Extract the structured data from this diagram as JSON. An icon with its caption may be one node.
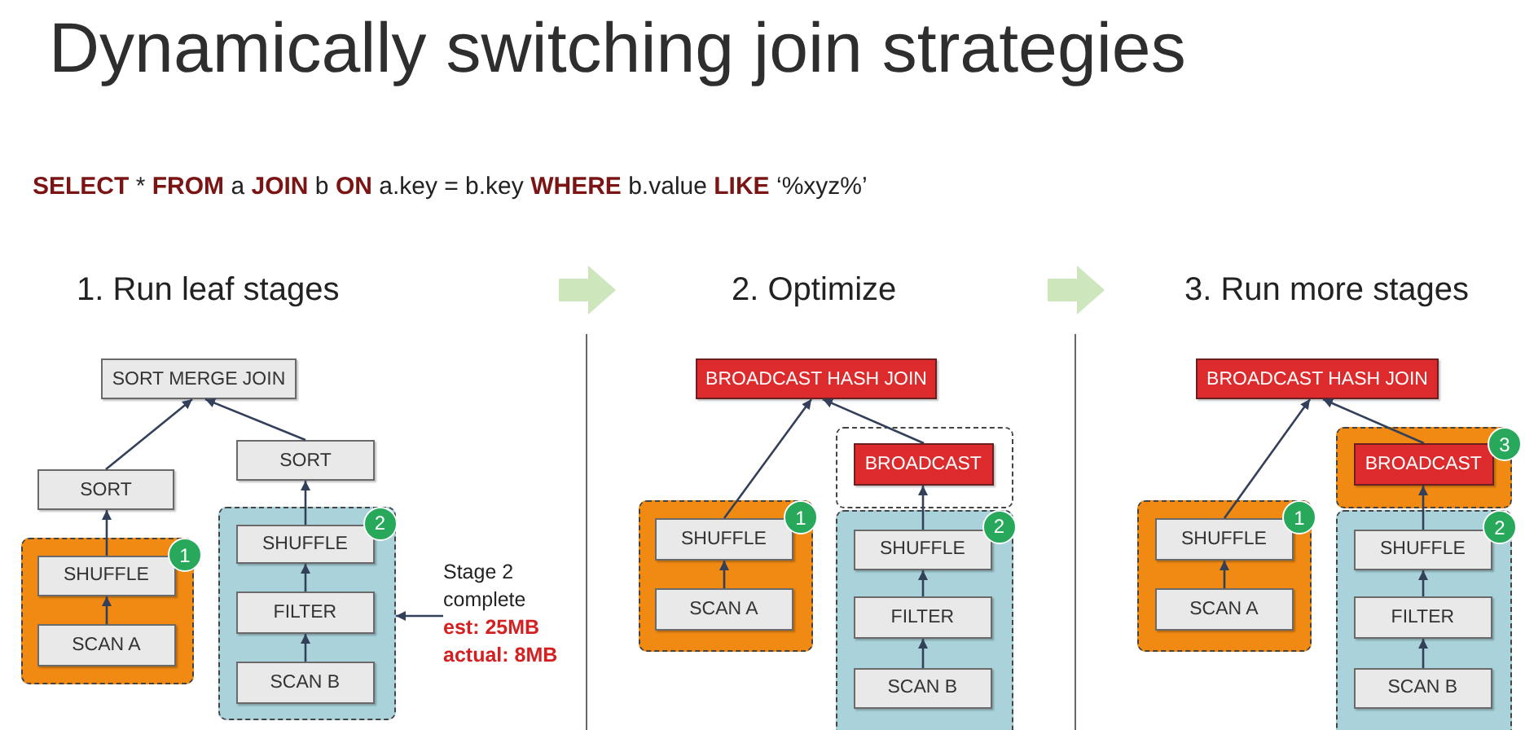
{
  "diagram": {
    "title": "Dynamically switching join strategies",
    "labels": [
      "**SELECT** * **FROM** a **JOIN** b **ON** a.key = b.key **WHERE** b.value **LIKE** ‘%xyz%’",
      "1.  Run leaf stages",
      "2. Optimize",
      "3. Run more stages"
    ],
    "nodes": [
      {
        "text": [
          "SORT MERGE JOIN"
        ]
      },
      {
        "text": [
          "SORT"
        ]
      },
      {
        "text": [
          "SORT"
        ]
      },
      {
        "text": [],
        "shape": "box"
      },
      {
        "text": [
          "SHUFFLE"
        ],
        "in": 3
      },
      {
        "text": [
          "SCAN A"
        ],
        "in": 3
      },
      {
        "text": [
          "1"
        ]
      },
      {
        "text": [],
        "shape": "box"
      },
      {
        "text": [
          "SHUFFLE"
        ],
        "in": 7
      },
      {
        "text": [
          "FILTER"
        ],
        "in": 7
      },
      {
        "text": [
          "SCAN B"
        ],
        "in": 7
      },
      {
        "text": [
          "2"
        ],
        "in": 7
      },
      {
        "text": [
          "Stage 2 complete",
          "est: 25MB",
          "actual: 8MB"
        ]
      },
      {
        "text": [
          "BROADCAST HASH JOIN"
        ]
      },
      {
        "text": [],
        "shape": "box"
      },
      {
        "text": [
          "BROADCAST"
        ],
        "in": 14
      },
      {
        "text": [],
        "shape": "box"
      },
      {
        "text": [
          "SHUFFLE"
        ],
        "in": 16
      },
      {
        "text": [
          "SCAN A"
        ],
        "in": 16
      },
      {
        "text": [
          "1"
        ]
      },
      {
        "text": [],
        "shape": "box"
      },
      {
        "text": [
          "SHUFFLE"
        ],
        "in": 20
      },
      {
        "text": [
          "FILTER"
        ],
        "in": 20
      },
      {
        "text": [
          "SCAN B"
        ],
        "in": 20
      },
      {
        "text": [
          "2"
        ],
        "in": 20
      },
      {
        "text": [
          "BROADCAST HASH JOIN"
        ]
      },
      {
        "text": [],
        "shape": "box"
      },
      {
        "text": [
          "BROADCAST"
        ],
        "in": 26
      },
      {
        "text": [
          "3"
        ]
      },
      {
        "text": [],
        "shape": "box"
      },
      {
        "text": [
          "SHUFFLE"
        ],
        "in": 29
      },
      {
        "text": [
          "SCAN A"
        ],
        "in": 29
      },
      {
        "text": [
          "1"
        ]
      },
      {
        "text": [],
        "shape": "box"
      },
      {
        "text": [
          "SHUFFLE"
        ],
        "in": 33
      },
      {
        "text": [
          "FILTER"
        ],
        "in": 33
      },
      {
        "text": [
          "SCAN B"
        ],
        "in": 33
      },
      {
        "text": [
          "2"
        ]
      }
    ],
    "edges": [
      {
        "from": 5,
        "to": 4,
        "arrow": "to"
      },
      {
        "from": 4,
        "to": 1,
        "arrow": "to"
      },
      {
        "from": 1,
        "to": 0,
        "arrow": "to"
      },
      {
        "from": 10,
        "to": 9,
        "arrow": "to"
      },
      {
        "from": 9,
        "to": 8,
        "arrow": "to"
      },
      {
        "from": 8,
        "to": 2,
        "arrow": "to"
      },
      {
        "from": 2,
        "to": 0,
        "arrow": "to"
      },
      {
        "from": 12,
        "to": 7,
        "arrow": "to"
      },
      {
        "from": 18,
        "to": 17,
        "arrow": "to"
      },
      {
        "from": 17,
        "to": 13,
        "arrow": "to"
      },
      {
        "from": 23,
        "to": 22,
        "arrow": "to"
      },
      {
        "from": 22,
        "to": 21,
        "arrow": "to"
      },
      {
        "from": 21,
        "to": 15,
        "arrow": "to"
      },
      {
        "from": 15,
        "to": 13,
        "arrow": "to"
      },
      {
        "from": 31,
        "to": 30,
        "arrow": "to"
      },
      {
        "from": 30,
        "to": 25,
        "arrow": "to"
      },
      {
        "from": 36,
        "to": 35,
        "arrow": "to"
      },
      {
        "from": 35,
        "to": 34,
        "arrow": "to"
      },
      {
        "from": 34,
        "to": 27,
        "arrow": "to"
      },
      {
        "from": 27,
        "to": 25,
        "arrow": "to"
      }
    ]
  }
}
